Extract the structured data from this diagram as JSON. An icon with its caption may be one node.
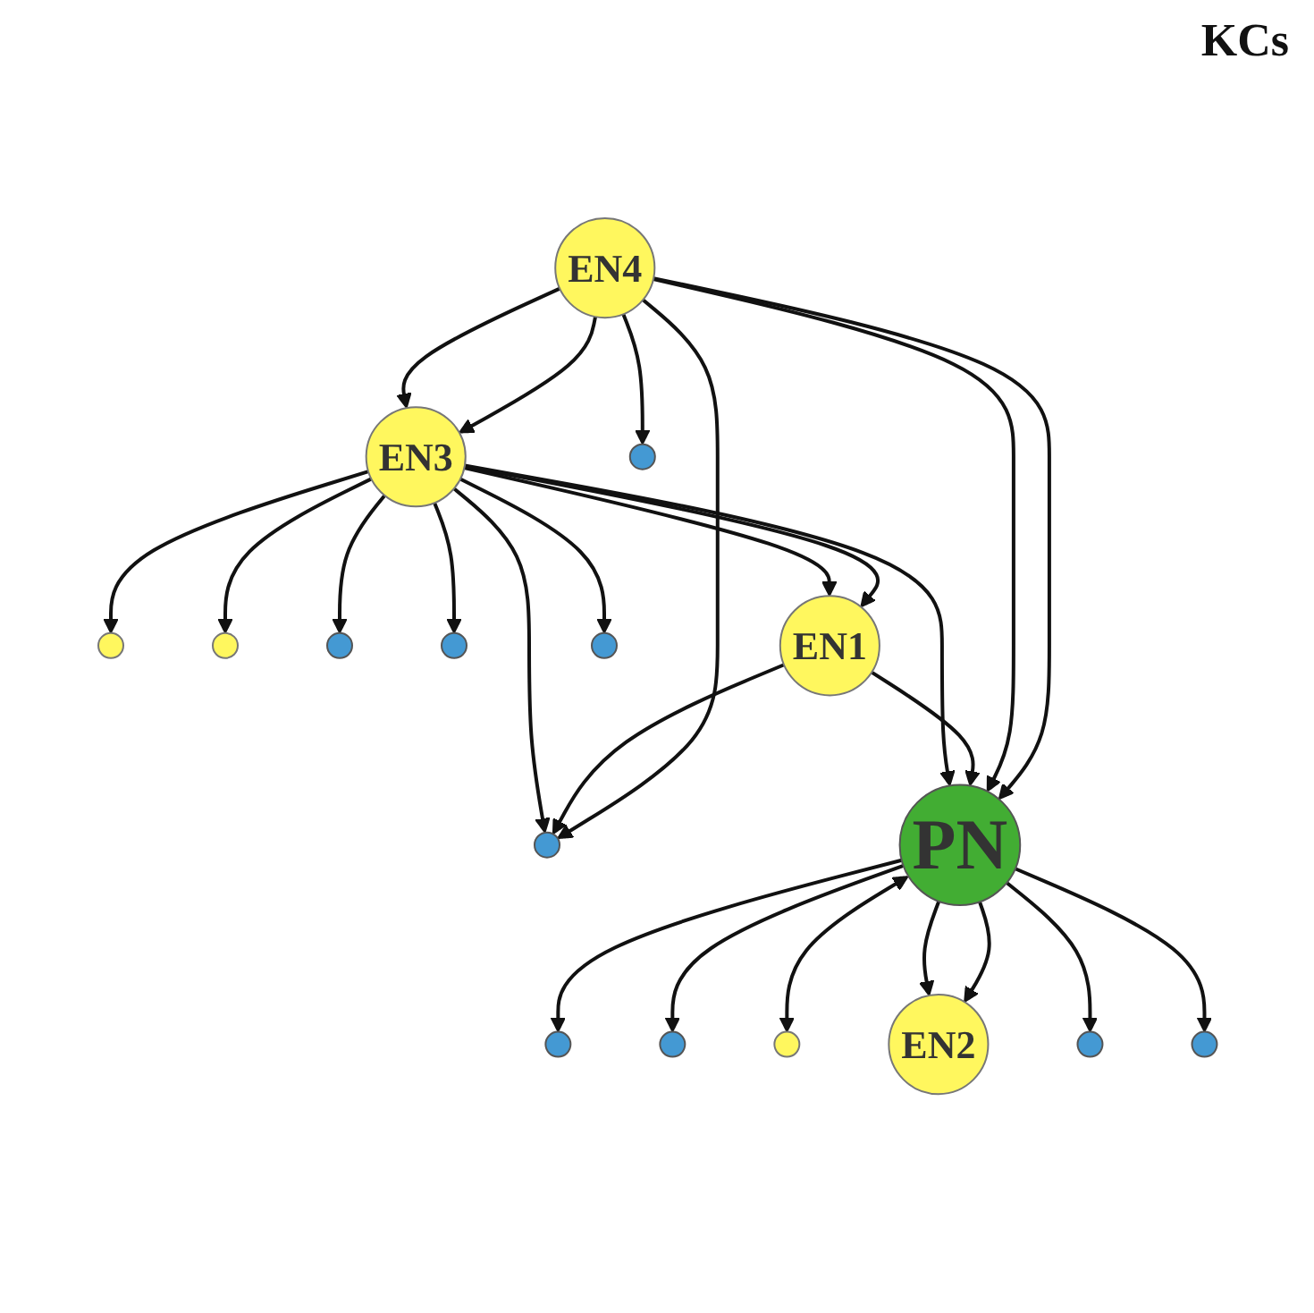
{
  "diagram": {
    "nodes": [
      {
        "text": [],
        "shape": "circle"
      },
      {
        "text": [],
        "shape": "circle"
      },
      {
        "text": [
          "EN3"
        ]
      },
      {
        "text": [],
        "shape": "circle"
      },
      {
        "text": [],
        "shape": "circle"
      },
      {
        "text": [
          "EN1"
        ]
      },
      {
        "text": [],
        "shape": "circle"
      },
      {
        "text": [],
        "shape": "circle"
      },
      {
        "text": [
          "PN"
        ]
      },
      {
        "text": [],
        "shape": "circle"
      },
      {
        "text": [],
        "shape": "circle"
      },
      {
        "text": [],
        "shape": "circle"
      },
      {
        "text": [],
        "shape": "circle"
      },
      {
        "text": [
          "EN2"
        ]
      },
      {
        "text": [],
        "shape": "circle"
      },
      {
        "text": [],
        "shape": "circle"
      },
      {
        "text": [
          "EN4"
        ]
      }
    ],
    "edges": [
      {
        "from": 2,
        "to": 0,
        "arrow": "to"
      },
      {
        "from": 2,
        "to": 1,
        "arrow": "to"
      },
      {
        "from": 2,
        "to": 5,
        "arrow": "to"
      },
      {
        "from": 2,
        "to": 5,
        "arrow": "to"
      },
      {
        "from": 2,
        "to": 7,
        "arrow": "to"
      },
      {
        "from": 2,
        "to": 3,
        "arrow": "to"
      },
      {
        "from": 2,
        "to": 4,
        "arrow": "to"
      },
      {
        "from": 2,
        "to": 6,
        "arrow": "to"
      },
      {
        "from": 2,
        "to": 8,
        "arrow": "to"
      },
      {
        "from": 5,
        "to": 7,
        "arrow": "to"
      },
      {
        "from": 5,
        "to": 8,
        "arrow": "to"
      },
      {
        "from": 16,
        "to": 7,
        "arrow": "to"
      },
      {
        "from": 8,
        "to": 9,
        "arrow": "to"
      },
      {
        "from": 8,
        "to": 10,
        "arrow": "to"
      },
      {
        "from": 8,
        "to": 12,
        "arrow": "both"
      },
      {
        "from": 8,
        "to": 13,
        "arrow": "to"
      },
      {
        "from": 8,
        "to": 13,
        "arrow": "to"
      },
      {
        "from": 8,
        "to": 14,
        "arrow": "to"
      },
      {
        "from": 8,
        "to": 15,
        "arrow": "to"
      },
      {
        "from": 16,
        "to": 8,
        "arrow": "to"
      },
      {
        "from": 16,
        "to": 8,
        "arrow": "to"
      },
      {
        "from": 16,
        "to": 2,
        "arrow": "to"
      },
      {
        "from": 16,
        "to": 2,
        "arrow": "to"
      },
      {
        "from": 16,
        "to": 11,
        "arrow": "to"
      }
    ],
    "labels": [
      "KCs"
    ]
  }
}
